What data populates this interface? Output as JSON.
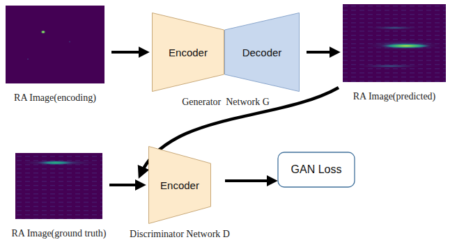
{
  "diagram": {
    "nodes": [
      {
        "text": [
          "RA Image(encoding)"
        ]
      },
      {
        "text": [
          "Generator  Network G"
        ]
      },
      {
        "text": [
          "Encoder"
        ],
        "in": 1
      },
      {
        "text": [
          "Decoder"
        ],
        "in": 1
      },
      {
        "text": [
          "RA Image(predicted)"
        ]
      },
      {
        "text": [
          "RA Image(ground truth)"
        ]
      },
      {
        "text": [
          "Discriminator Network D"
        ]
      },
      {
        "text": [
          "Encoder"
        ],
        "in": 6
      },
      {
        "text": [
          "GAN Loss"
        ]
      }
    ],
    "edges": [
      {
        "from": 0,
        "to": 2,
        "arrow": "to"
      },
      {
        "from": 3,
        "to": 4,
        "arrow": "to"
      },
      {
        "from": 4,
        "to": 7,
        "arrow": "to"
      },
      {
        "from": 5,
        "to": 7,
        "arrow": "to"
      },
      {
        "from": 7,
        "to": 8,
        "arrow": "to"
      }
    ]
  }
}
